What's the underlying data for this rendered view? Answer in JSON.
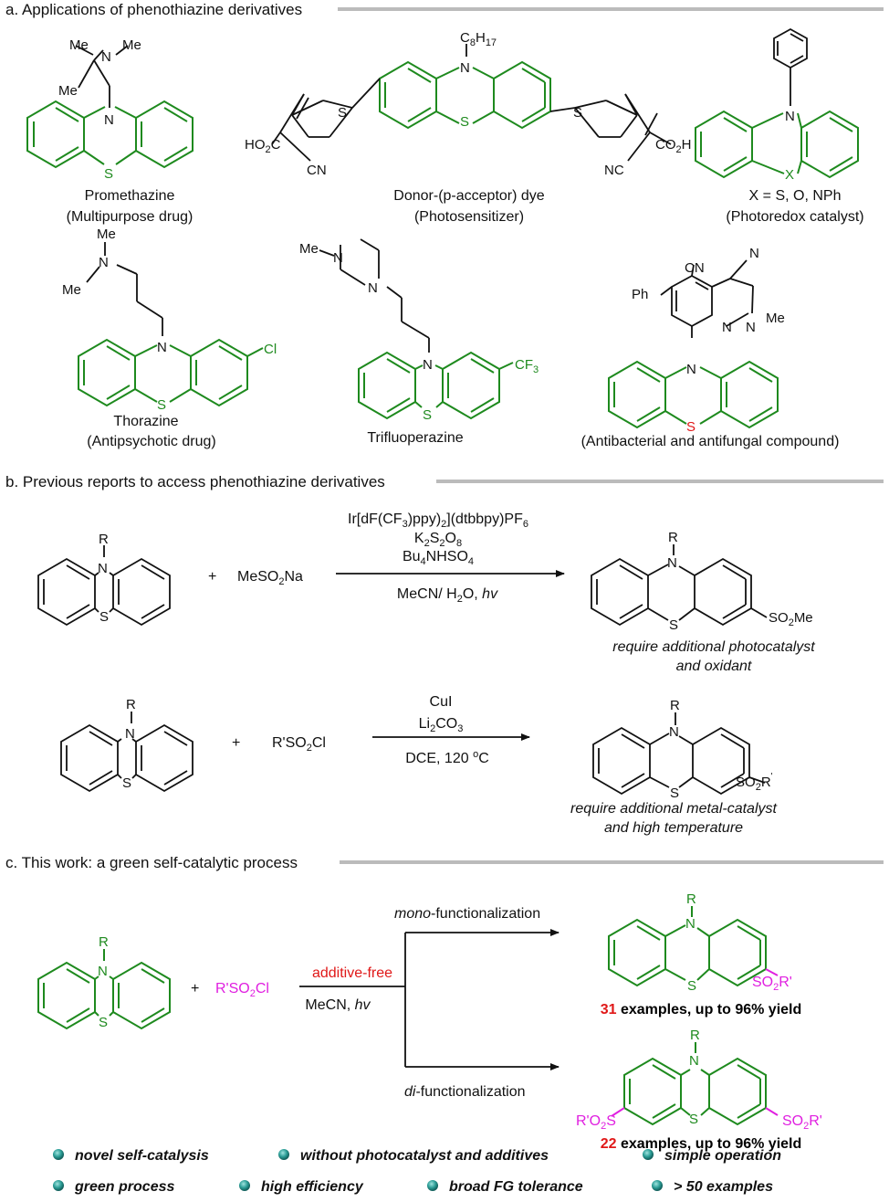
{
  "sections": {
    "a": {
      "title": "a. Applications of phenothiazine derivatives"
    },
    "b": {
      "title": "b. Previous reports to access phenothiazine derivatives"
    },
    "c": {
      "title": "c. This work: a green self-catalytic process"
    }
  },
  "panel_a": {
    "promethazine": {
      "name": "Promethazine",
      "use": "(Multipurpose drug)"
    },
    "dye": {
      "name": "Donor-(p-acceptor) dye",
      "use": "(Photosensitizer)"
    },
    "photoredox": {
      "name": "X = S, O, NPh",
      "use": "(Photoredox catalyst)"
    },
    "thorazine": {
      "name": "Thorazine",
      "use": "(Antipsychotic drug)"
    },
    "trifluoperazine": {
      "name": "Trifluoperazine"
    },
    "antibacterial": {
      "use": "(Antibacterial and antifungal compound)"
    }
  },
  "panel_b": {
    "reaction1": {
      "reagent": "MeSO2Na",
      "conditions_above": [
        "Ir[dF(CF3)ppy)2](dtbbpy)PF6",
        "K2S2O8",
        "Bu4NHSO4"
      ],
      "conditions_below": "MeCN/ H2O, hv",
      "product_group": "SO2Me",
      "note": [
        "require additional photocatalyst",
        "and oxidant"
      ]
    },
    "reaction2": {
      "reagent": "R'SO2Cl",
      "conditions_above": [
        "CuI",
        "Li2CO3"
      ],
      "conditions_below": "DCE, 120 oC",
      "product_group": "SO2R'",
      "note": [
        "require additional metal-catalyst",
        "and high temperature"
      ]
    }
  },
  "panel_c": {
    "reagent": "R'SO2Cl",
    "condition_top": "additive-free",
    "condition_bottom": "MeCN, hv",
    "mono": {
      "label": "mono-functionalization",
      "count": "31",
      "summary": " examples, up to 96% yield"
    },
    "di": {
      "label": "di-functionalization",
      "count": "22",
      "summary": " examples, up to 96% yield"
    }
  },
  "features": [
    "novel self-catalysis",
    "without photocatalyst and additives",
    "simple operation",
    "green process",
    "high efficiency",
    "broad FG tolerance",
    "> 50 examples"
  ],
  "colors": {
    "green": "#1e8a1e",
    "magenta": "#e020e0",
    "red": "#e01818",
    "rule": "#bbbbbb",
    "bullet": "#1f8f8a"
  }
}
